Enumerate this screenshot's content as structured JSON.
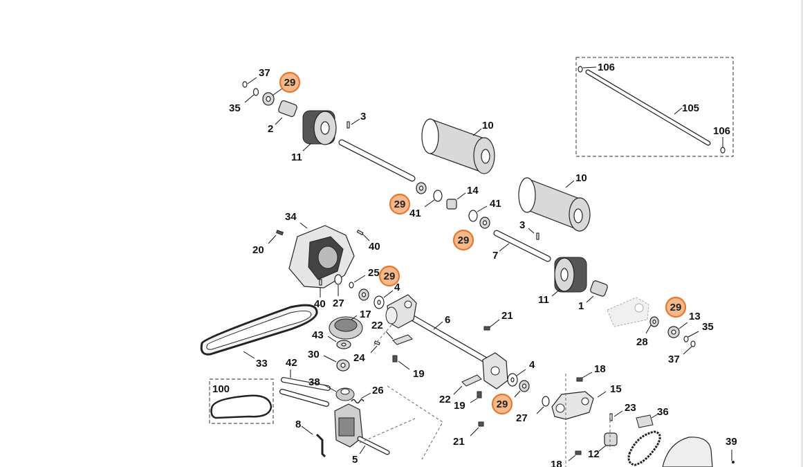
{
  "colors": {
    "highlight_fill": "#f3b98a",
    "highlight_stroke": "#e8762c",
    "line": "#222222"
  },
  "callouts": {
    "c37a": "37",
    "c29a": "29",
    "c35a": "35",
    "c2": "2",
    "c11a": "11",
    "c3a": "3",
    "c10a": "10",
    "c29b": "29",
    "c41a": "41",
    "c14": "14",
    "c41b": "41",
    "c29c": "29",
    "c10b": "10",
    "c3b": "3",
    "c7": "7",
    "c11b": "11",
    "c1": "1",
    "c106a": "106",
    "c105": "105",
    "c106b": "106",
    "c34": "34",
    "c20": "20",
    "c40a": "40",
    "c25": "25",
    "c29d": "29",
    "c4a": "4",
    "c40b": "40",
    "c27a": "27",
    "c17": "17",
    "c6": "6",
    "c22a": "22",
    "c21a": "21",
    "c43": "43",
    "c24": "24",
    "c33": "33",
    "c30": "30",
    "c19a": "19",
    "c42": "42",
    "c38": "38",
    "c26": "26",
    "c100": "100",
    "c8": "8",
    "c5": "5",
    "c29e": "29",
    "c13": "13",
    "c35b": "35",
    "c28": "28",
    "c37b": "37",
    "c18a": "18",
    "c4b": "4",
    "c15": "15",
    "c22b": "22",
    "c19b": "19",
    "c29f": "29",
    "c27b": "27",
    "c23": "23",
    "c36": "36",
    "c21b": "21",
    "c12": "12",
    "c39": "39",
    "c18b": "18"
  }
}
